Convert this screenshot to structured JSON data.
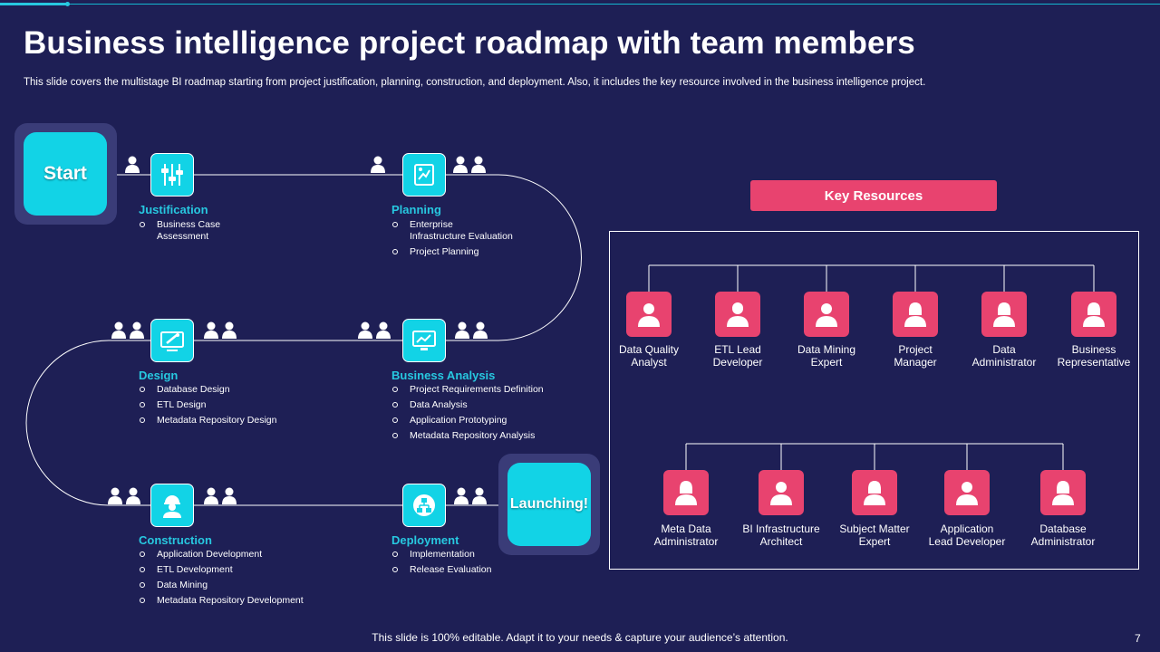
{
  "title": "Business intelligence project roadmap with team members",
  "subtitle": "This slide covers the multistage BI roadmap starting from project justification, planning, construction, and deployment. Also, it includes the key resource involved in the business intelligence project.",
  "start_label": "Start",
  "launch_label": "Launching!",
  "stages": {
    "justification": {
      "title": "Justification",
      "items": [
        "Business Case",
        "Assessment"
      ]
    },
    "planning": {
      "title": "Planning",
      "items": [
        "Enterprise",
        "Infrastructure Evaluation",
        "Project Planning"
      ]
    },
    "design": {
      "title": "Design",
      "items": [
        "Database Design",
        "ETL  Design",
        "Metadata Repository Design"
      ]
    },
    "business_analysis": {
      "title": "Business Analysis",
      "items": [
        "Project Requirements Definition",
        "Data Analysis",
        "Application Prototyping",
        "Metadata Repository Analysis"
      ]
    },
    "construction": {
      "title": "Construction",
      "items": [
        "Application Development",
        "ETL  Development",
        "Data Mining",
        "Metadata Repository Development"
      ]
    },
    "deployment": {
      "title": "Deployment",
      "items": [
        "Implementation",
        "Release Evaluation"
      ]
    }
  },
  "key_resources": {
    "title": "Key Resources",
    "row1": [
      {
        "l1": "Data Quality",
        "l2": "Analyst",
        "icon": "male-user-icon"
      },
      {
        "l1": "ETL Lead",
        "l2": "Developer",
        "icon": "worker-user-icon"
      },
      {
        "l1": "Data Mining",
        "l2": "Expert",
        "icon": "male-user-icon"
      },
      {
        "l1": "Project",
        "l2": "Manager",
        "icon": "female-user-icon"
      },
      {
        "l1": "Data",
        "l2": "Administrator",
        "icon": "female-suit-user-icon"
      },
      {
        "l1": "Business",
        "l2": "Representative",
        "icon": "female-user-icon"
      }
    ],
    "row2": [
      {
        "l1": "Meta Data",
        "l2": "Administrator",
        "icon": "female-user-icon"
      },
      {
        "l1": "BI Infrastructure",
        "l2": "Architect",
        "icon": "male-user-icon"
      },
      {
        "l1": "Subject Matter",
        "l2": "Expert",
        "icon": "female-suit-user-icon"
      },
      {
        "l1": "Application",
        "l2": "Lead Developer",
        "icon": "male-user-icon"
      },
      {
        "l1": "Database",
        "l2": "Administrator",
        "icon": "female-suit-user-icon"
      }
    ]
  },
  "footer": "This slide is 100% editable. Adapt it to your needs & capture your audience’s attention.",
  "page_number": "7",
  "colors": {
    "background": "#1e1f55",
    "accent_cyan": "#12d3e6",
    "accent_pink": "#e8436f",
    "heading_cyan": "#27c8e0"
  }
}
